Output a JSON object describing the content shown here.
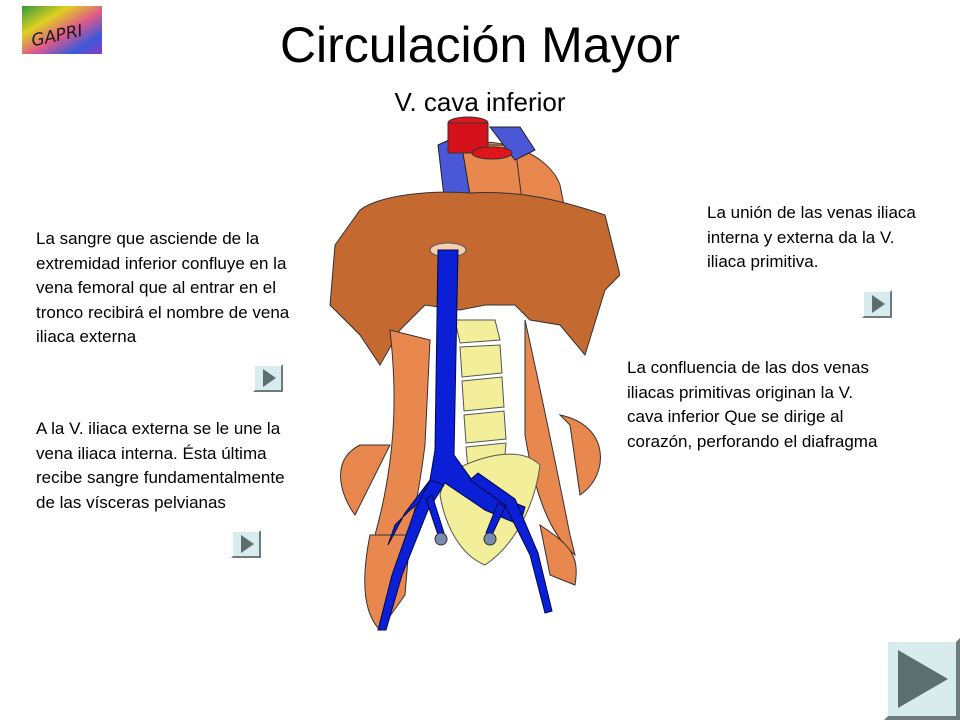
{
  "logo": {
    "text": "GAPRI"
  },
  "header": {
    "title": "Circulación Mayor",
    "subtitle": "V. cava inferior"
  },
  "notes": {
    "femoral": "La sangre que asciende de la extremidad inferior confluye en la vena femoral que al entrar en el tronco recibirá el nombre de vena iliaca externa",
    "iliaca_interna": "A la V. iliaca externa se le une la vena iliaca interna. Ésta última recibe sangre fundamentalmente de las vísceras pelvianas",
    "union": " La unión de las venas iliaca interna y externa da la V. iliaca primitiva.",
    "confluencia": "La confluencia de las dos venas iliacas primitivas originan la V. cava inferior Que se dirige al corazón, perforando el diafragma"
  },
  "icons": {
    "nav_button": "play-triangle-icon",
    "next_button": "next-slide-icon"
  },
  "colors": {
    "vein_blue": "#0a1fd6",
    "muscle_orange": "#e8874e",
    "diaphragm_brown": "#c4692f",
    "vertebra_yellow": "#f2ee9a",
    "aorta_red": "#e0141c",
    "button_face": "#d8ecee",
    "button_arrow": "#5d6e70"
  }
}
